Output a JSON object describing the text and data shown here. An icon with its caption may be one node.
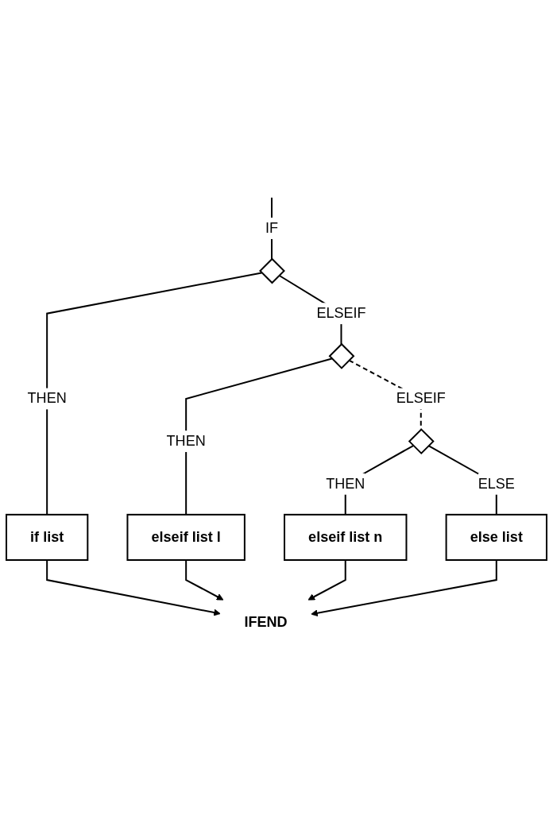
{
  "diagram": {
    "nodes": [
      {
        "text": [],
        "shape": "diamond"
      },
      {
        "text": [
          "if list"
        ]
      },
      {
        "text": [],
        "shape": "diamond"
      },
      {
        "text": [
          "elseif list l"
        ]
      },
      {
        "text": [],
        "shape": "diamond"
      },
      {
        "text": [
          "elseif list n"
        ]
      },
      {
        "text": [
          "else list"
        ]
      },
      {
        "text": [
          "IFEND"
        ]
      }
    ],
    "edges": [
      {
        "from": null,
        "to": 0,
        "arrow": "none",
        "label": "IF"
      },
      {
        "from": 0,
        "to": 1,
        "arrow": "none",
        "label": "THEN"
      },
      {
        "from": 0,
        "to": 2,
        "arrow": "none",
        "label": "ELSEIF"
      },
      {
        "from": 2,
        "to": 3,
        "arrow": "none",
        "label": "THEN"
      },
      {
        "from": 2,
        "to": 4,
        "arrow": "none",
        "label": "ELSEIF",
        "style": "dashed"
      },
      {
        "from": 4,
        "to": 5,
        "arrow": "none",
        "label": "THEN"
      },
      {
        "from": 4,
        "to": 6,
        "arrow": "none",
        "label": "ELSE"
      },
      {
        "from": 1,
        "to": 7,
        "arrow": "to"
      },
      {
        "from": 3,
        "to": 7,
        "arrow": "to"
      },
      {
        "from": 5,
        "to": 7,
        "arrow": "to"
      },
      {
        "from": 6,
        "to": 7,
        "arrow": "to"
      }
    ]
  }
}
